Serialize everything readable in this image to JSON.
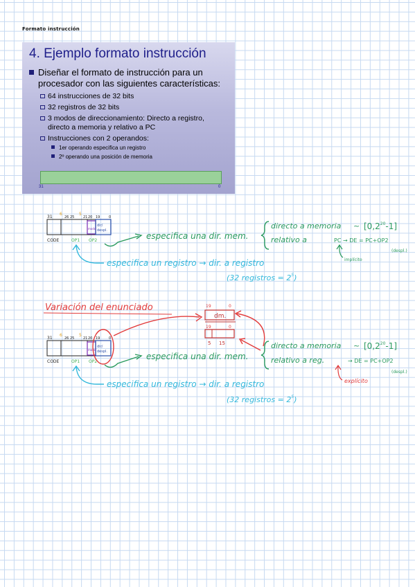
{
  "header": {
    "title": "Formato instrucción"
  },
  "slide": {
    "heading": "4. Ejemplo formato instrucción",
    "bullet_main": [
      "Diseñar el formato de instrucción para un",
      "procesador con las siguientes características:"
    ],
    "items": [
      [
        "64 instrucciones de 32 bits"
      ],
      [
        "32 registros de 32 bits"
      ],
      [
        "3 modos de direccionamiento: Directo a registro,",
        "directo a memoria y relativo a PC"
      ],
      [
        "Instrucciones con 2 operandos:"
      ]
    ],
    "subitems": [
      "1er operando especifica un registro",
      "2º operando una posición de memoria"
    ],
    "bit_left": "31",
    "bit_right": "0"
  },
  "notes": {
    "format": {
      "bits": [
        "31",
        "6",
        "26",
        "25",
        "5",
        "21",
        "20",
        "19",
        "0"
      ],
      "fields": [
        "CODE",
        "OP1",
        "OP2"
      ],
      "modo": "modo",
      "dir_displ": [
        "dir/",
        "despl."
      ]
    },
    "spec_mem": "especifica una dir. mem.",
    "directo": "directo a memoria",
    "range": "[0,2",
    "exp": "20",
    "range_end": "-1]",
    "relativo": "relativo a",
    "pc_expr": "PC → DE = PC+OP2",
    "despl": "(despl.)",
    "implicito": "implícito",
    "spec_reg": "especifica un registro → dir. a registro",
    "reg_count": "(32 registros = 2",
    "reg_exp": "5",
    "reg_close": ")",
    "variation_title": "Variación del enunciado",
    "dm_bits": [
      "19",
      "0"
    ],
    "dm_label": "dm.",
    "split_bits": [
      "19",
      "0"
    ],
    "split_sizes": [
      "5",
      "15"
    ],
    "relativo_reg": "relativo a reg.",
    "de_expr": "→ DE = PC+OP2",
    "explicito": "explícito"
  }
}
